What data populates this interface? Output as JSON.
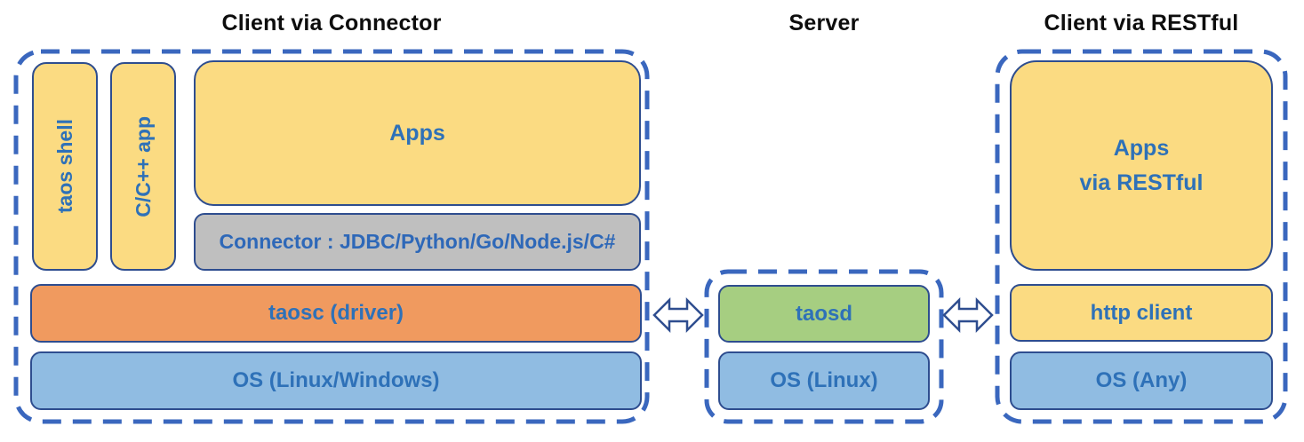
{
  "left": {
    "title": "Client via Connector",
    "taos_shell": "taos shell",
    "cpp_app": "C/C++ app",
    "apps": "Apps",
    "connector": "Connector : JDBC/Python/Go/Node.js/C#",
    "taosc": "taosc (driver)",
    "os": "OS (Linux/Windows)"
  },
  "server": {
    "title": "Server",
    "taosd": "taosd",
    "os": "OS (Linux)"
  },
  "right": {
    "title": "Client via RESTful",
    "apps_line1": "Apps",
    "apps_line2": "via RESTful",
    "http_client": "http client",
    "os": "OS (Any)"
  },
  "icons": {
    "left_link": "double-headed-arrow",
    "right_link": "double-headed-arrow"
  },
  "colors": {
    "box_yellow": "#FBDB82",
    "box_gray": "#BFBFBF",
    "box_orange": "#F09A5F",
    "box_light_blue": "#90BCE2",
    "box_green": "#A6CE81",
    "box_border": "#2E4D8F",
    "dashed_border": "#3A67BE",
    "label_blue": "#2E71B8",
    "title_black": "#0d0d0d"
  }
}
